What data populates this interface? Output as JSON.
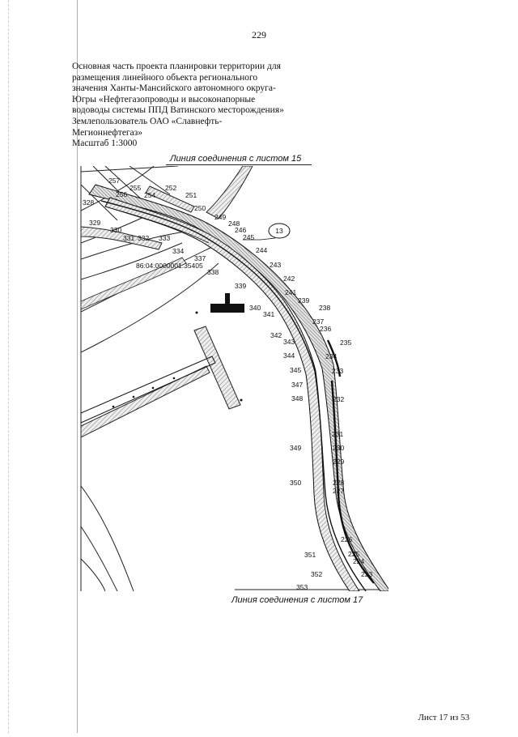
{
  "page_number": "229",
  "title_lines": [
    "Основная часть проекта планировки территории для",
    "размещения линейного объекта регионального",
    "значения Ханты-Мансийского автономного округа-",
    "Югры «Нефтегазопроводы и высоконапорные",
    "водоводы системы ППД Ватинского месторождения»",
    "Землепользователь ОАО «Славнефть-",
    "Мегионнефтегаз»",
    "Масштаб 1:3000"
  ],
  "map": {
    "caption_top": "Линия соединения с листом 15",
    "caption_bottom": "Линия соединения с листом 17",
    "circle_label": "13",
    "cadastral_number": "86:04:0000001:35405",
    "point_labels": [
      "257",
      "255",
      "256",
      "254",
      "252",
      "251",
      "250",
      "249",
      "248",
      "246",
      "245",
      "244",
      "243",
      "242",
      "241",
      "239",
      "238",
      "237",
      "236",
      "235",
      "234",
      "233",
      "232",
      "231",
      "230",
      "229",
      "228",
      "227",
      "226",
      "225",
      "224",
      "223",
      "328",
      "329",
      "330",
      "331",
      "332",
      "333",
      "334",
      "337",
      "338",
      "339",
      "340",
      "341",
      "342",
      "343",
      "344",
      "345",
      "347",
      "348",
      "349",
      "350",
      "351",
      "352",
      "353"
    ]
  },
  "footer": "Лист 17 из 53"
}
